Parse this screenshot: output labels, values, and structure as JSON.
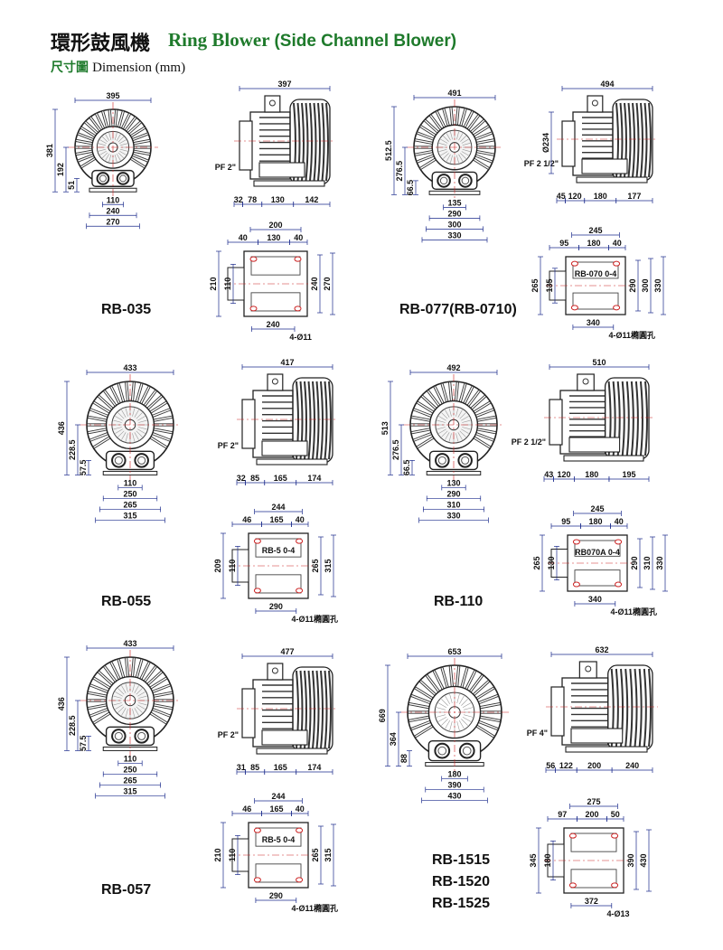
{
  "title_zh": "環形鼓風機",
  "title_en": "Ring Blower",
  "title_en_paren": "(Side Channel Blower)",
  "subtitle_zh": "尺寸圖",
  "subtitle_en": "Dimension (mm)",
  "colors": {
    "accent_green": "#1e7a2b",
    "line": "#222222",
    "dim_line": "#1a2a8c",
    "center": "#cc2222"
  },
  "models": [
    {
      "name": "RB-035",
      "front": {
        "w": "395",
        "h": "381",
        "mid": "192",
        "low": "51",
        "b1": "110",
        "b2": "240",
        "b3": "270"
      },
      "side": {
        "w": "397",
        "port": "PF 2\"",
        "s1": "32",
        "s2": "78",
        "s3": "130",
        "s4": "142"
      },
      "base": {
        "top": "200",
        "t1": "40",
        "t2": "130",
        "t3": "40",
        "l1": "210",
        "l2": "110",
        "r1": "240",
        "r2": "270",
        "bottom": "240",
        "holes": "4-Ø11"
      }
    },
    {
      "name": "RB-077(RB-0710)",
      "front": {
        "w": "491",
        "h": "512.5",
        "mid": "276.5",
        "low": "66.5",
        "b1": "135",
        "b2": "290",
        "b3": "300",
        "b4": "330"
      },
      "side": {
        "w": "494",
        "port": "PF 2 1/2\"",
        "dia": "Ø234",
        "s1": "45",
        "s2": "120",
        "s3": "180",
        "s4": "177"
      },
      "base": {
        "top": "245",
        "t1": "95",
        "t2": "180",
        "t3": "40",
        "l1": "265",
        "l2": "135",
        "r1": "290",
        "r2": "300",
        "r3": "330",
        "bottom": "340",
        "holes": "4-Ø11橢圓孔",
        "label": "RB-070 0-4"
      }
    },
    {
      "name": "RB-055",
      "front": {
        "w": "433",
        "h": "436",
        "mid": "228.5",
        "low": "57.5",
        "b1": "110",
        "b2": "250",
        "b3": "265",
        "b4": "315"
      },
      "side": {
        "w": "417",
        "port": "PF 2\"",
        "s1": "32",
        "s2": "85",
        "s3": "165",
        "s4": "174"
      },
      "base": {
        "top": "244",
        "t1": "46",
        "t2": "165",
        "t3": "40",
        "l1": "209",
        "l2": "110",
        "r1": "265",
        "r2": "315",
        "bottom": "290",
        "holes": "4-Ø11橢圓孔",
        "label": "RB-5  0-4"
      }
    },
    {
      "name": "RB-110",
      "front": {
        "w": "492",
        "h": "513",
        "mid": "276.5",
        "low": "66.5",
        "b1": "130",
        "b2": "290",
        "b3": "310",
        "b4": "330"
      },
      "side": {
        "w": "510",
        "port": "PF 2 1/2\"",
        "s1": "43",
        "s2": "120",
        "s3": "180",
        "s4": "195"
      },
      "base": {
        "top": "245",
        "t1": "95",
        "t2": "180",
        "t3": "40",
        "l1": "265",
        "l2": "130",
        "r1": "290",
        "r2": "310",
        "r3": "330",
        "bottom": "340",
        "holes": "4-Ø11橢圓孔",
        "label": "RB070A 0-4"
      }
    },
    {
      "name": "RB-057",
      "front": {
        "w": "433",
        "h": "436",
        "mid": "228.5",
        "low": "57.5",
        "b1": "110",
        "b2": "250",
        "b3": "265",
        "b4": "315"
      },
      "side": {
        "w": "477",
        "port": "PF 2\"",
        "s1": "31",
        "s2": "85",
        "s3": "165",
        "s4": "174"
      },
      "base": {
        "top": "244",
        "t1": "46",
        "t2": "165",
        "t3": "40",
        "l1": "210",
        "l2": "110",
        "r1": "265",
        "r2": "315",
        "bottom": "290",
        "holes": "4-Ø11橢圓孔",
        "label": "RB-5  0-4"
      }
    },
    {
      "name": "RB-1515",
      "name2": "RB-1520",
      "name3": "RB-1525",
      "front": {
        "w": "653",
        "h": "669",
        "mid": "364",
        "low": "88",
        "b1": "180",
        "b2": "390",
        "b3": "430"
      },
      "side": {
        "w": "632",
        "port": "PF 4\"",
        "s1": "56",
        "s2": "122",
        "s3": "200",
        "s4": "240"
      },
      "base": {
        "top": "275",
        "t1": "97",
        "t2": "200",
        "t3": "50",
        "l1": "345",
        "l2": "180",
        "r1": "390",
        "r2": "430",
        "bottom": "372",
        "holes": "4-Ø13"
      }
    }
  ]
}
